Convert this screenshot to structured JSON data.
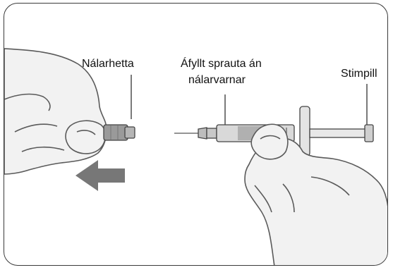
{
  "labels": {
    "needle_cap": "Nálarhetta",
    "syringe_line1": "Áfyllt sprauta án",
    "syringe_line2": "nálarvarnar",
    "plunger": "Stimpill"
  },
  "icons": [
    "hand-left-icon",
    "needle-cap-icon",
    "arrow-left-icon",
    "syringe-icon",
    "hand-right-icon"
  ],
  "colors": {
    "skin_fill": "#f2f2f2",
    "skin_line": "#5a5a5a",
    "arrow": "#777777",
    "cap": "#9a9a9a",
    "frame": "#3a3a3a"
  }
}
